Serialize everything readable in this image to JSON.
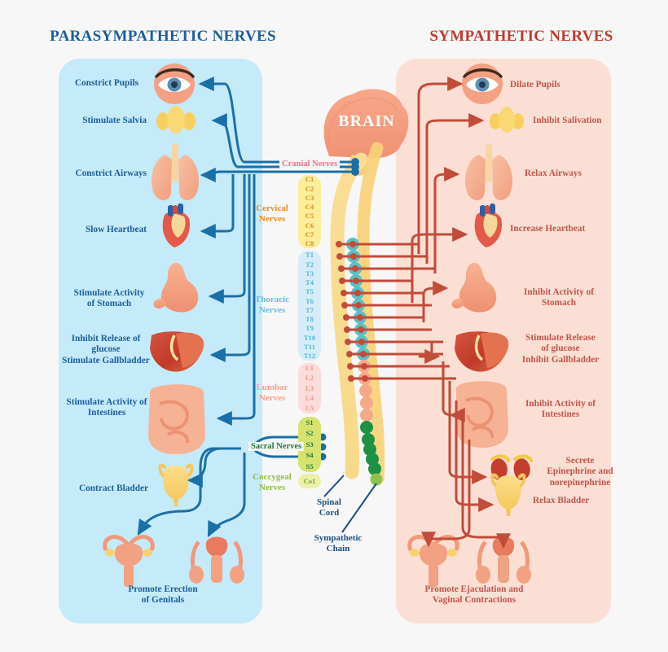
{
  "titles": {
    "left": "PARASYMPATHETIC NERVES",
    "right": "SYMPATHETIC NERVES"
  },
  "colors": {
    "parasympathetic_text": "#1B5E9B",
    "parasympathetic_panel": "#C5EAFA",
    "sympathetic_text": "#C1564A",
    "sympathetic_panel": "#FBDFD5",
    "cranial_label": "#E0758C",
    "cervical": "#EE8B22",
    "thoracic": "#6BB9D6",
    "lumbar": "#F5A18E",
    "sacral": "#1E7A3C",
    "coccygeal": "#8CBF3F",
    "spinal_cord": "#F8DC8E",
    "sympathetic_chain_thoracic": "#57BFC4",
    "sympathetic_chain_sacral": "#1E9142",
    "arrow_blue": "#1B6FA8",
    "arrow_red": "#C24B39",
    "organ_orange": "#F2A182",
    "background": "#F7F7F7"
  },
  "brain": {
    "label": "BRAIN"
  },
  "parasympathetic": {
    "effects": [
      {
        "label": "Constrict Pupils",
        "organ": "eye-icon"
      },
      {
        "label": "Stimulate Salvia",
        "organ": "salivary-gland-icon"
      },
      {
        "label": "Constrict Airways",
        "organ": "lungs-icon"
      },
      {
        "label": "Slow Heartbeat",
        "organ": "heart-icon"
      },
      {
        "label": "Stimulate Activity\nof Stomach",
        "organ": "stomach-icon"
      },
      {
        "label": "Inhibit Release of\nglucose\nStimulate Gallbladder",
        "organ": "liver-icon"
      },
      {
        "label": "Stimulate Activity of\nIntestines",
        "organ": "intestines-icon"
      },
      {
        "label": "Contract Bladder",
        "organ": "bladder-icon"
      },
      {
        "label": "Promote Erection\nof Genitals",
        "organ": "genitals-icon"
      }
    ]
  },
  "sympathetic": {
    "effects": [
      {
        "label": "Dilate Pupils",
        "organ": "eye-icon"
      },
      {
        "label": "Inhibit Salivation",
        "organ": "salivary-gland-icon"
      },
      {
        "label": "Relax Airways",
        "organ": "lungs-icon"
      },
      {
        "label": "Increase Heartbeat",
        "organ": "heart-icon"
      },
      {
        "label": "Inhibit Activity of\nStomach",
        "organ": "stomach-icon"
      },
      {
        "label": "Stimulate Release\nof glucose\nInhibit Gallbladder",
        "organ": "liver-icon"
      },
      {
        "label": "Inhibit Activity of\nIntestines",
        "organ": "intestines-icon"
      },
      {
        "label": "Secrete\nEpinephrine and\nnorepinephrine",
        "organ": "adrenal-glands-icon"
      },
      {
        "label": "Relax Bladder",
        "organ": "bladder-icon"
      },
      {
        "label": "Promote Ejaculation and\nVaginal Contractions",
        "organ": "genitals-icon"
      }
    ]
  },
  "spine": {
    "cranial_label": "Cranial Nerves",
    "sacral_label": "Sacral Nerves",
    "spinal_cord_label": "Spinal\nCord",
    "sympathetic_chain_label": "Sympathetic\nChain",
    "groups": [
      {
        "name": "Cervical Nerves",
        "short": "Cervical\nNerves",
        "segments": [
          "C1",
          "C2",
          "C3",
          "C4",
          "C5",
          "C6",
          "C7",
          "C8"
        ]
      },
      {
        "name": "Thoracic Nerves",
        "short": "Thoracic\nNerves",
        "segments": [
          "T1",
          "T2",
          "T3",
          "T4",
          "T5",
          "T6",
          "T7",
          "T8",
          "T9",
          "T10",
          "T11",
          "T12"
        ]
      },
      {
        "name": "Lumbar Nerves",
        "short": "Lumbar\nNerves",
        "segments": [
          "L1",
          "L2",
          "L3",
          "L4",
          "L5"
        ]
      },
      {
        "name": "Sacral Nerves",
        "short": "Sacral Nerves",
        "segments": [
          "S1",
          "S2",
          "S3",
          "S4",
          "S5"
        ]
      },
      {
        "name": "Coccygeal Nerves",
        "short": "Coccygeal\nNerves",
        "segments": [
          "Co1"
        ]
      }
    ]
  }
}
